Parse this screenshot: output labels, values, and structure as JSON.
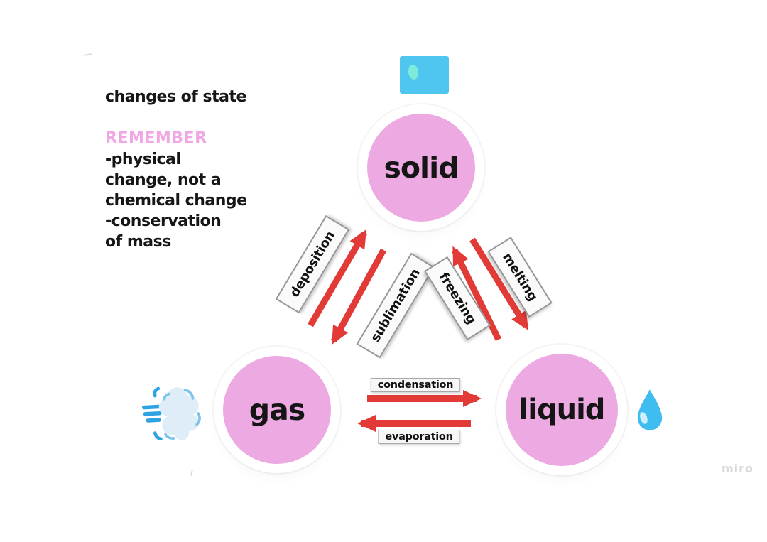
{
  "title": "changes of state",
  "notes": {
    "heading": "REMEMBER",
    "lines": [
      "-physical",
      "change, not a",
      "chemical change",
      "-conservation",
      "of mass"
    ]
  },
  "nodes": {
    "solid": "solid",
    "gas": "gas",
    "liquid": "liquid"
  },
  "transitions": {
    "deposition": "deposition",
    "sublimation": "sublimation",
    "freezing": "freezing",
    "melting": "melting",
    "condensation": "condensation",
    "evaporation": "evaporation"
  },
  "icons": {
    "ice_cube": "ice-cube-icon",
    "wind_puff": "wind-puff-icon",
    "water_drop": "water-drop-icon"
  },
  "watermark": "miro",
  "colors": {
    "node_pink": "#eda9e2",
    "remember_pink": "#f1a7e4",
    "arrow_red": "#e13a37",
    "ice_blue": "#4ec6f0",
    "drop_blue": "#3fbcf0",
    "wind_blue": "#2ca4e4",
    "cloud_fill": "#dfedf9",
    "text_black": "#161616",
    "watermark_gray": "#d8d8d8"
  }
}
